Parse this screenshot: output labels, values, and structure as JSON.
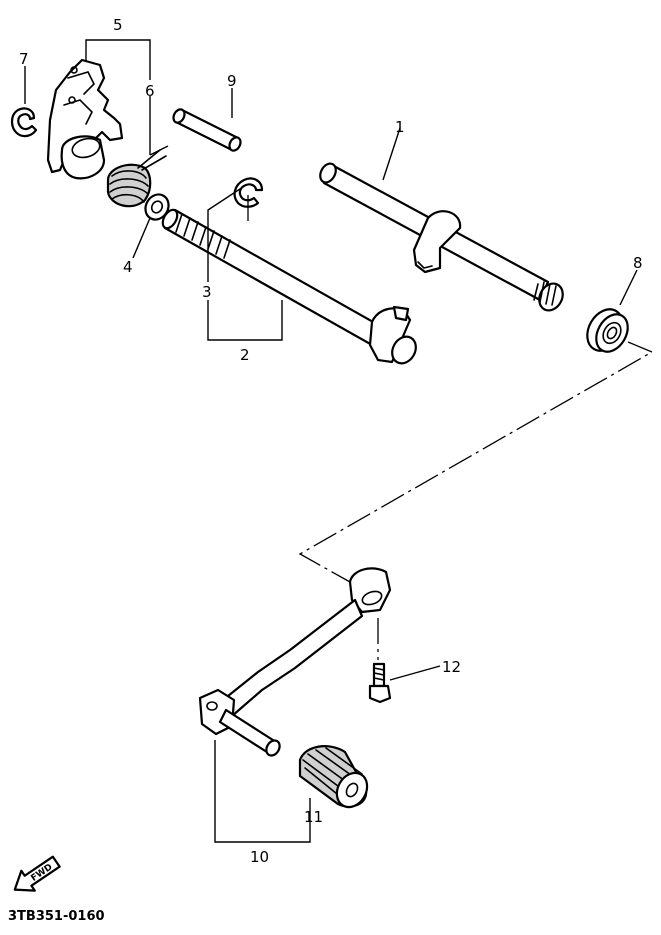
{
  "callouts": {
    "c1": "1",
    "c2": "2",
    "c3": "3",
    "c4": "4",
    "c5": "5",
    "c6": "6",
    "c7": "7",
    "c8": "8",
    "c9": "9",
    "c10": "10",
    "c11": "11",
    "c12": "12"
  },
  "fwd_label": "FWD",
  "diagram_code": "3TB351-0160",
  "icons": {
    "direction": "fwd-arrow-icon"
  }
}
